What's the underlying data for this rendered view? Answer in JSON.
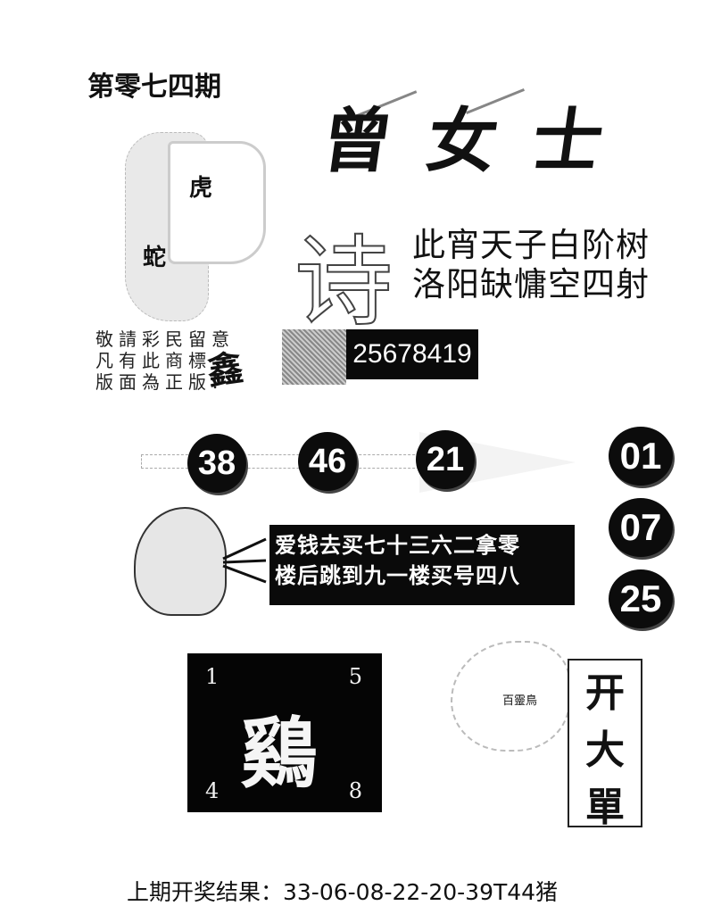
{
  "header": {
    "issue_label": "第零七四期",
    "brand_title": "曾女士"
  },
  "zodiac_hint": {
    "top_char": "虎",
    "bottom_char": "蛇"
  },
  "poem": {
    "title_char": "诗",
    "lines": [
      "此宵天子白阶树",
      "洛阳缺慵空四射"
    ]
  },
  "notice": {
    "lines": [
      "敬請彩民留意",
      "凡有此商標",
      "版面為正版!"
    ],
    "seal_char": "鑫"
  },
  "logo": {
    "number": "25678419"
  },
  "arrow_balls": [
    "38",
    "46",
    "21"
  ],
  "right_balls": [
    "01",
    "07",
    "25"
  ],
  "speech": {
    "lines": [
      "爱钱去买七十三六二拿零",
      "楼后跳到九一楼买号四八"
    ]
  },
  "zodiac_box": {
    "char": "鷄",
    "corners": {
      "top_left": "1",
      "top_right": "5",
      "bottom_left": "4",
      "bottom_right": "8"
    }
  },
  "dove": {
    "label": "百靈鳥"
  },
  "kai_box": {
    "chars": [
      "开",
      "大",
      "單"
    ]
  },
  "footer": {
    "result_text": "上期开奖结果：33-06-08-22-20-39T44猪"
  },
  "colors": {
    "background": "#ffffff",
    "ink": "#0a0a0a",
    "ball_text": "#ffffff"
  }
}
